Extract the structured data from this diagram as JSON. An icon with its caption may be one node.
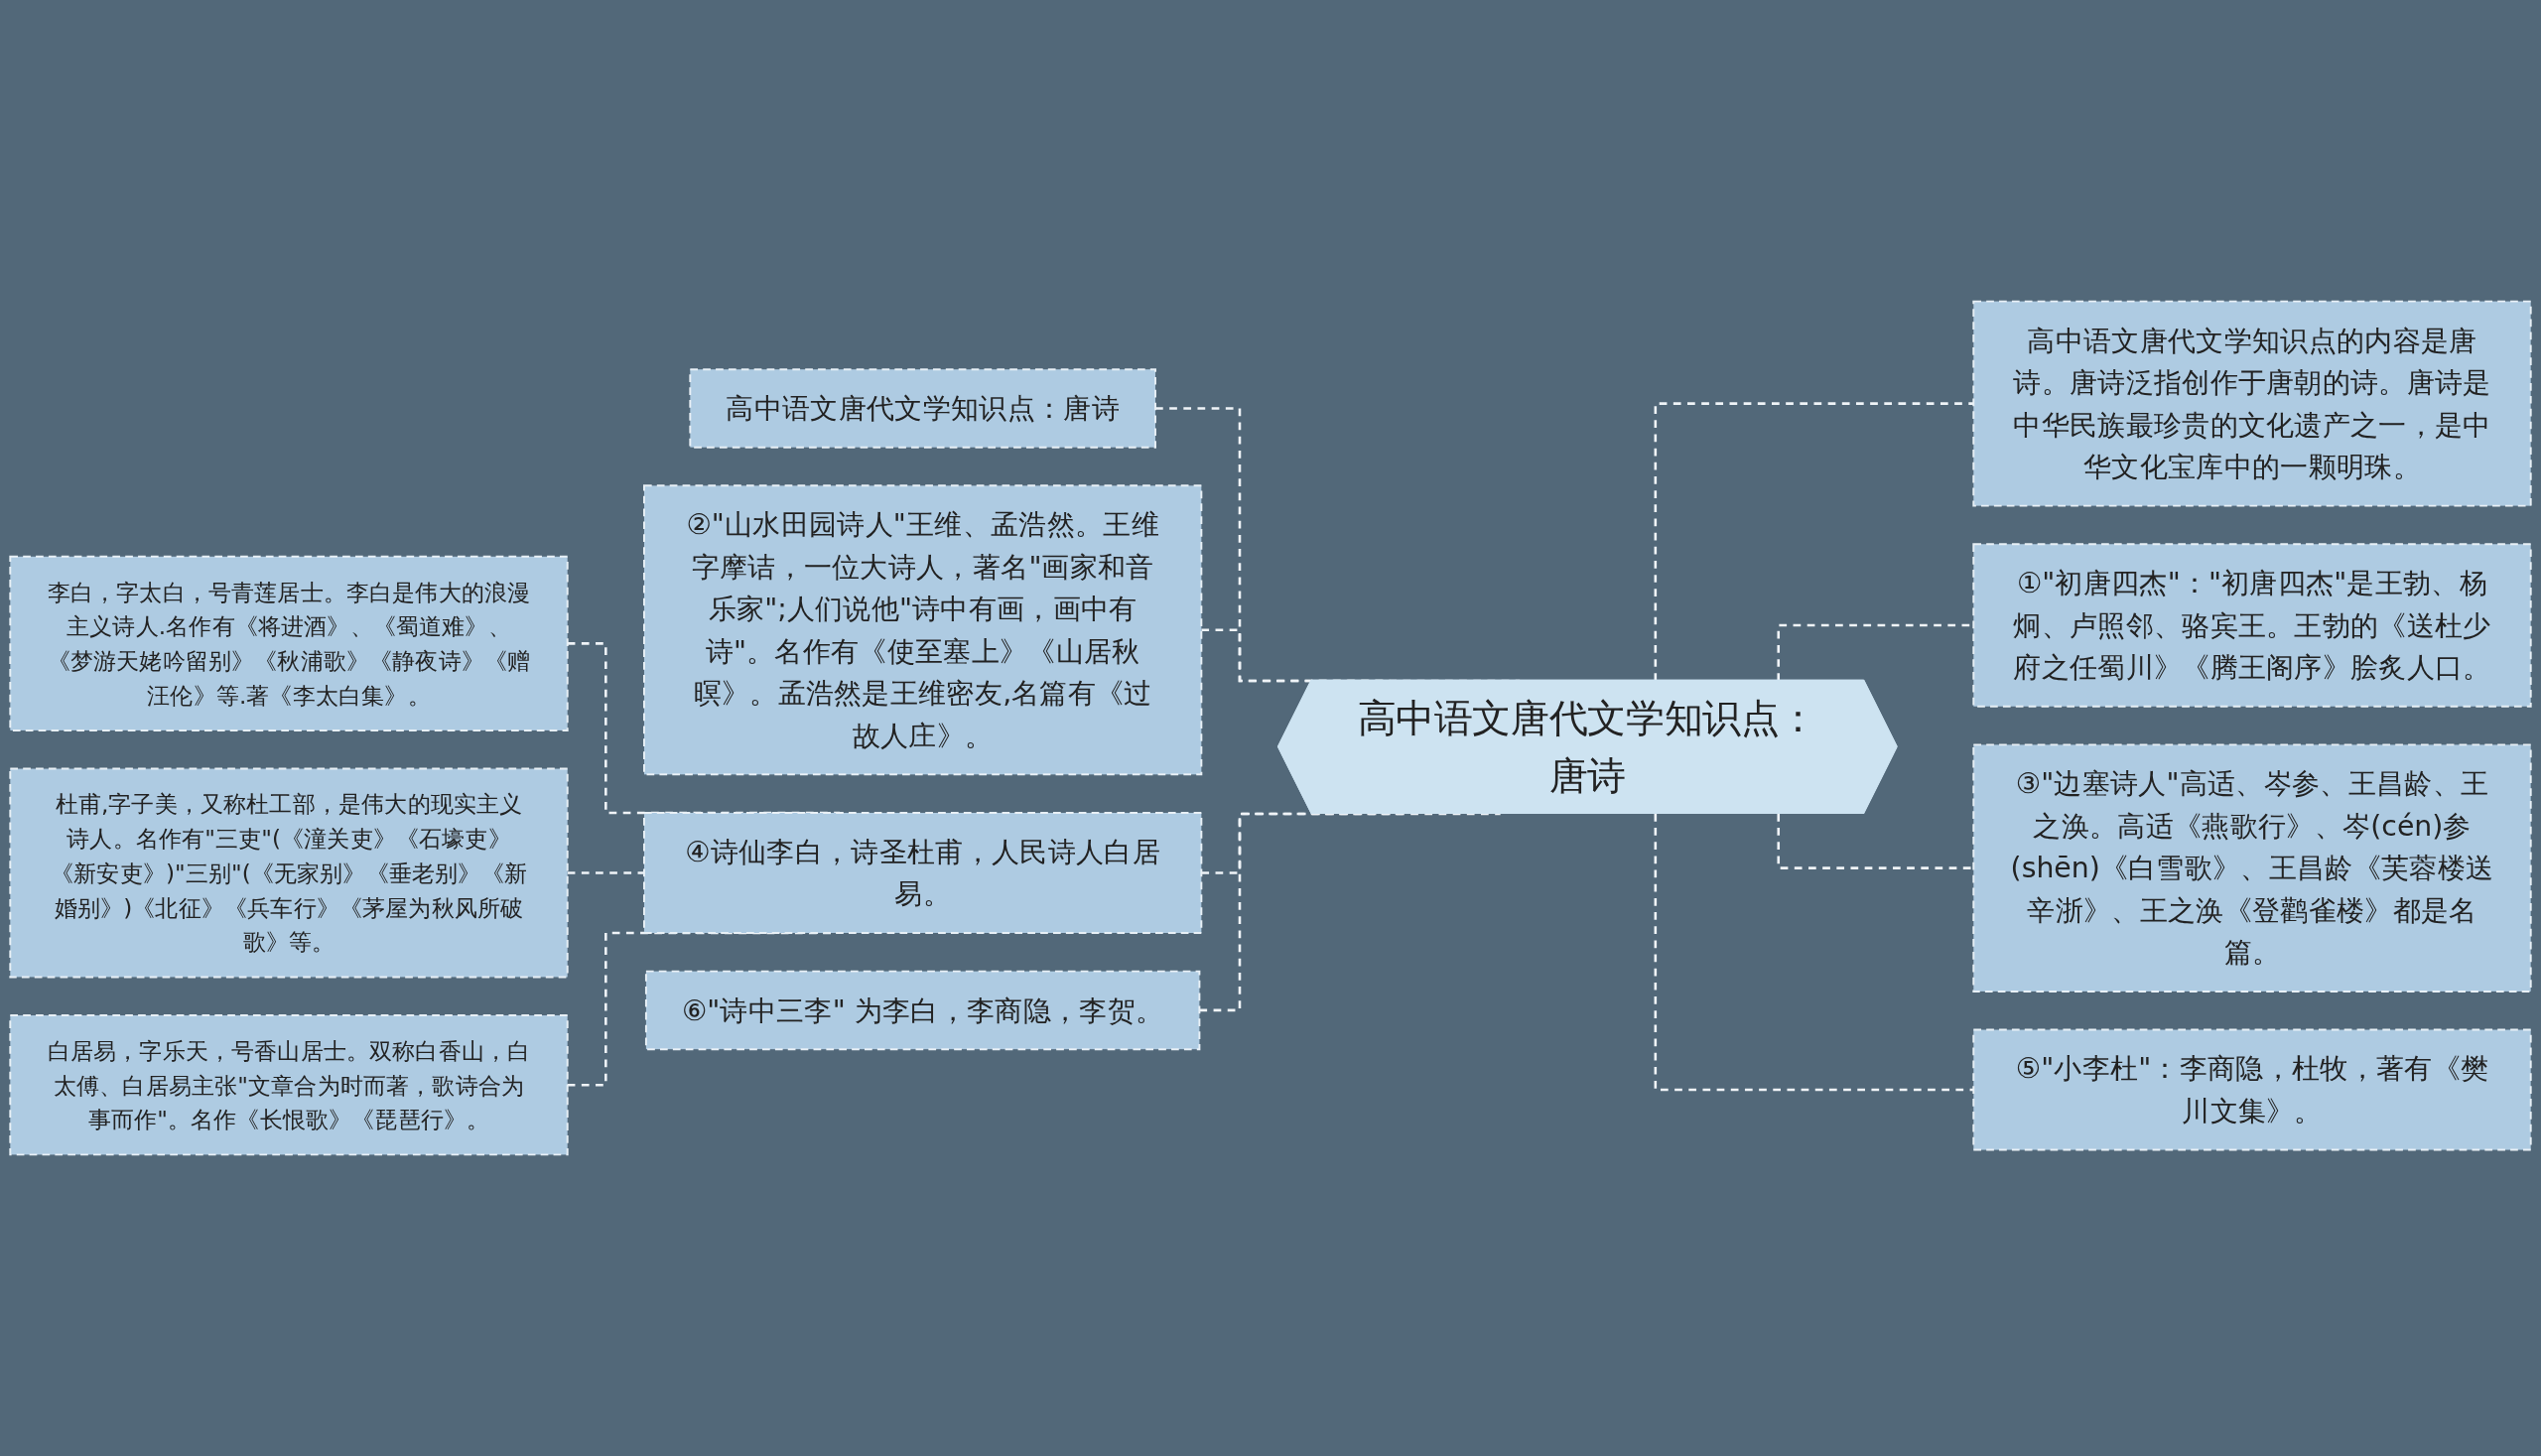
{
  "diagram": {
    "nodes": [
      {
        "text": [
          "高中语文唐代文学知识点：唐诗"
        ]
      },
      {
        "text": [
          "高中语文唐代文学知识点：唐诗"
        ]
      },
      {
        "text": [
          "②\"山水田园诗人\"王维、孟浩然。王维字摩诘，一位大诗人，著名\"画家和音乐家\";人们说他\"诗中有画，画中有诗\"。名作有《使至塞上》《山居秋暝》。孟浩然是王维密友,名篇有《过故人庄》。"
        ]
      },
      {
        "text": [
          "④诗仙李白，诗圣杜甫，人民诗人白居易。"
        ]
      },
      {
        "text": [
          "李白，字太白，号青莲居士。李白是伟大的浪漫主义诗人.名作有《将进酒》、《蜀道难》、《梦游天姥吟留别》《秋浦歌》《静夜诗》《赠汪伦》等.著《李太白集》。"
        ]
      },
      {
        "text": [
          "杜甫,字子美，又称杜工部，是伟大的现实主义诗人。名作有\"三吏\"(《潼关吏》《石壕吏》《新安吏》)\"三别\"(《无家别》《垂老别》《新婚别》)《北征》《兵车行》《茅屋为秋风所破歌》等。"
        ]
      },
      {
        "text": [
          "白居易，字乐天，号香山居士。双称白香山，白太傅、白居易主张\"文章合为时而著，歌诗合为事而作\"。名作《长恨歌》《琵琶行》。"
        ]
      },
      {
        "text": [
          "⑥\"诗中三李\" 为李白，李商隐，李贺。"
        ]
      },
      {
        "text": [
          "高中语文唐代文学知识点的内容是唐诗。唐诗泛指创作于唐朝的诗。唐诗是中华民族最珍贵的文化遗产之一，是中华文化宝库中的一颗明珠。"
        ]
      },
      {
        "text": [
          "①\"初唐四杰\"：\"初唐四杰\"是王勃、杨炯、卢照邻、骆宾王。王勃的《送杜少府之任蜀川》《腾王阁序》脍炙人口。"
        ]
      },
      {
        "text": [
          "③\"边塞诗人\"高适、岑参、王昌龄、王之涣。高适《燕歌行》、岑(cén)参(shēn)《白雪歌》、王昌龄《芙蓉楼送辛浙》、王之涣《登鹳雀楼》都是名篇。"
        ]
      },
      {
        "text": [
          "⑤\"小李杜\"：李商隐，杜牧，著有《樊川文集》。"
        ]
      }
    ],
    "edges": [
      {
        "from": 0,
        "to": 1,
        "arrow": "none",
        "style": "dashed"
      },
      {
        "from": 0,
        "to": 2,
        "arrow": "none",
        "style": "dashed"
      },
      {
        "from": 0,
        "to": 3,
        "arrow": "none",
        "style": "dashed"
      },
      {
        "from": 3,
        "to": 4,
        "arrow": "none",
        "style": "dashed"
      },
      {
        "from": 3,
        "to": 5,
        "arrow": "none",
        "style": "dashed"
      },
      {
        "from": 3,
        "to": 6,
        "arrow": "none",
        "style": "dashed"
      },
      {
        "from": 0,
        "to": 7,
        "arrow": "none",
        "style": "dashed"
      },
      {
        "from": 0,
        "to": 8,
        "arrow": "none",
        "style": "dashed"
      },
      {
        "from": 0,
        "to": 9,
        "arrow": "none",
        "style": "dashed"
      },
      {
        "from": 0,
        "to": 10,
        "arrow": "none",
        "style": "dashed"
      },
      {
        "from": 0,
        "to": 11,
        "arrow": "none",
        "style": "dashed"
      }
    ]
  }
}
